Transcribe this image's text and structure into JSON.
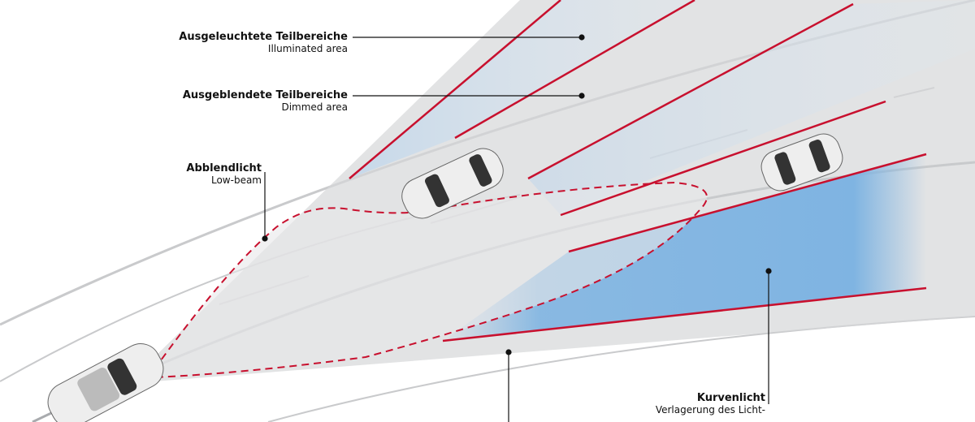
{
  "labels": {
    "illuminated": {
      "de": "Ausgeleuchtete Teilbereiche",
      "en": "Illuminated area"
    },
    "dimmed": {
      "de": "Ausgeblendete Teilbereiche",
      "en": "Dimmed area"
    },
    "lowbeam": {
      "de": "Abblendlicht",
      "en": "Low-beam"
    },
    "cornering": {
      "de": "Kurvenlicht",
      "en": "Verlagerung des Licht-"
    }
  },
  "colors": {
    "red": "#c8102e",
    "blue": "#7fb4e2",
    "gray": "#c9cacc"
  }
}
